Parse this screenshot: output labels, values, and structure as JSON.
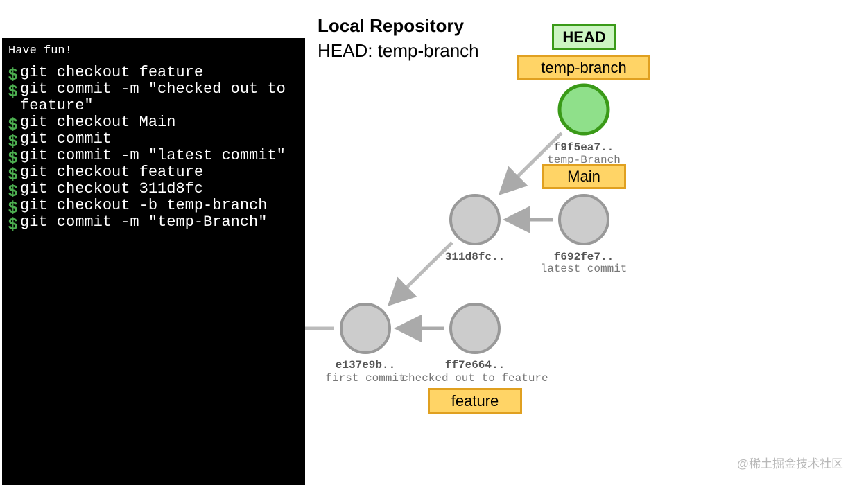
{
  "terminal": {
    "welcome": "Have fun!",
    "prompt_symbol": "$",
    "commands": [
      "git checkout feature",
      "git commit -m \"checked out to feature\"",
      "git checkout Main",
      "git commit",
      "git commit -m \"latest commit\"",
      "git checkout feature",
      "git checkout 311d8fc",
      "git checkout -b temp-branch",
      "git commit -m \"temp-Branch\""
    ]
  },
  "repository": {
    "title": "Local Repository",
    "head_line": "HEAD: temp-branch"
  },
  "commits": {
    "e137e9b": {
      "id": "e137e9b..",
      "message": "first commit"
    },
    "ff7e664": {
      "id": "ff7e664..",
      "message": "checked out to feature"
    },
    "c311d8f": {
      "id": "311d8fc..",
      "message": ""
    },
    "f692fe7": {
      "id": "f692fe7..",
      "message": "latest commit"
    },
    "f9f5ea7": {
      "id": "f9f5ea7..",
      "message": "temp-Branch"
    }
  },
  "labels": {
    "head": "HEAD",
    "temp_branch": "temp-branch",
    "main": "Main",
    "feature": "feature"
  },
  "colors": {
    "head_commit_fill": "#8fe08a",
    "head_commit_stroke": "#3a9a18",
    "commit_fill": "#cccccc",
    "commit_stroke": "#999999",
    "edge": "#bbbbbb",
    "branch_tag": "#ffd466",
    "prompt": "#4caf50"
  },
  "watermark": "@稀土掘金技术社区"
}
